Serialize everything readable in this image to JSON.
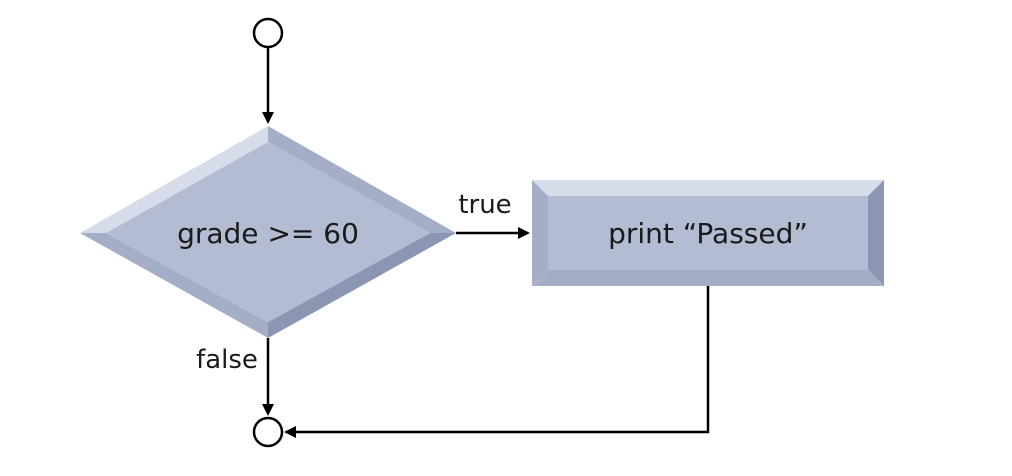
{
  "nodes": {
    "decision": {
      "label": "grade >= 60"
    },
    "action": {
      "label": "print “Passed”"
    }
  },
  "edges": {
    "true_label": "true",
    "false_label": "false"
  },
  "colors": {
    "shape_face": "#b3bcd3",
    "bevel_light": "#d6dcea",
    "bevel_mid": "#a4aec7",
    "bevel_dark": "#8a96b2",
    "line": "#000000"
  }
}
